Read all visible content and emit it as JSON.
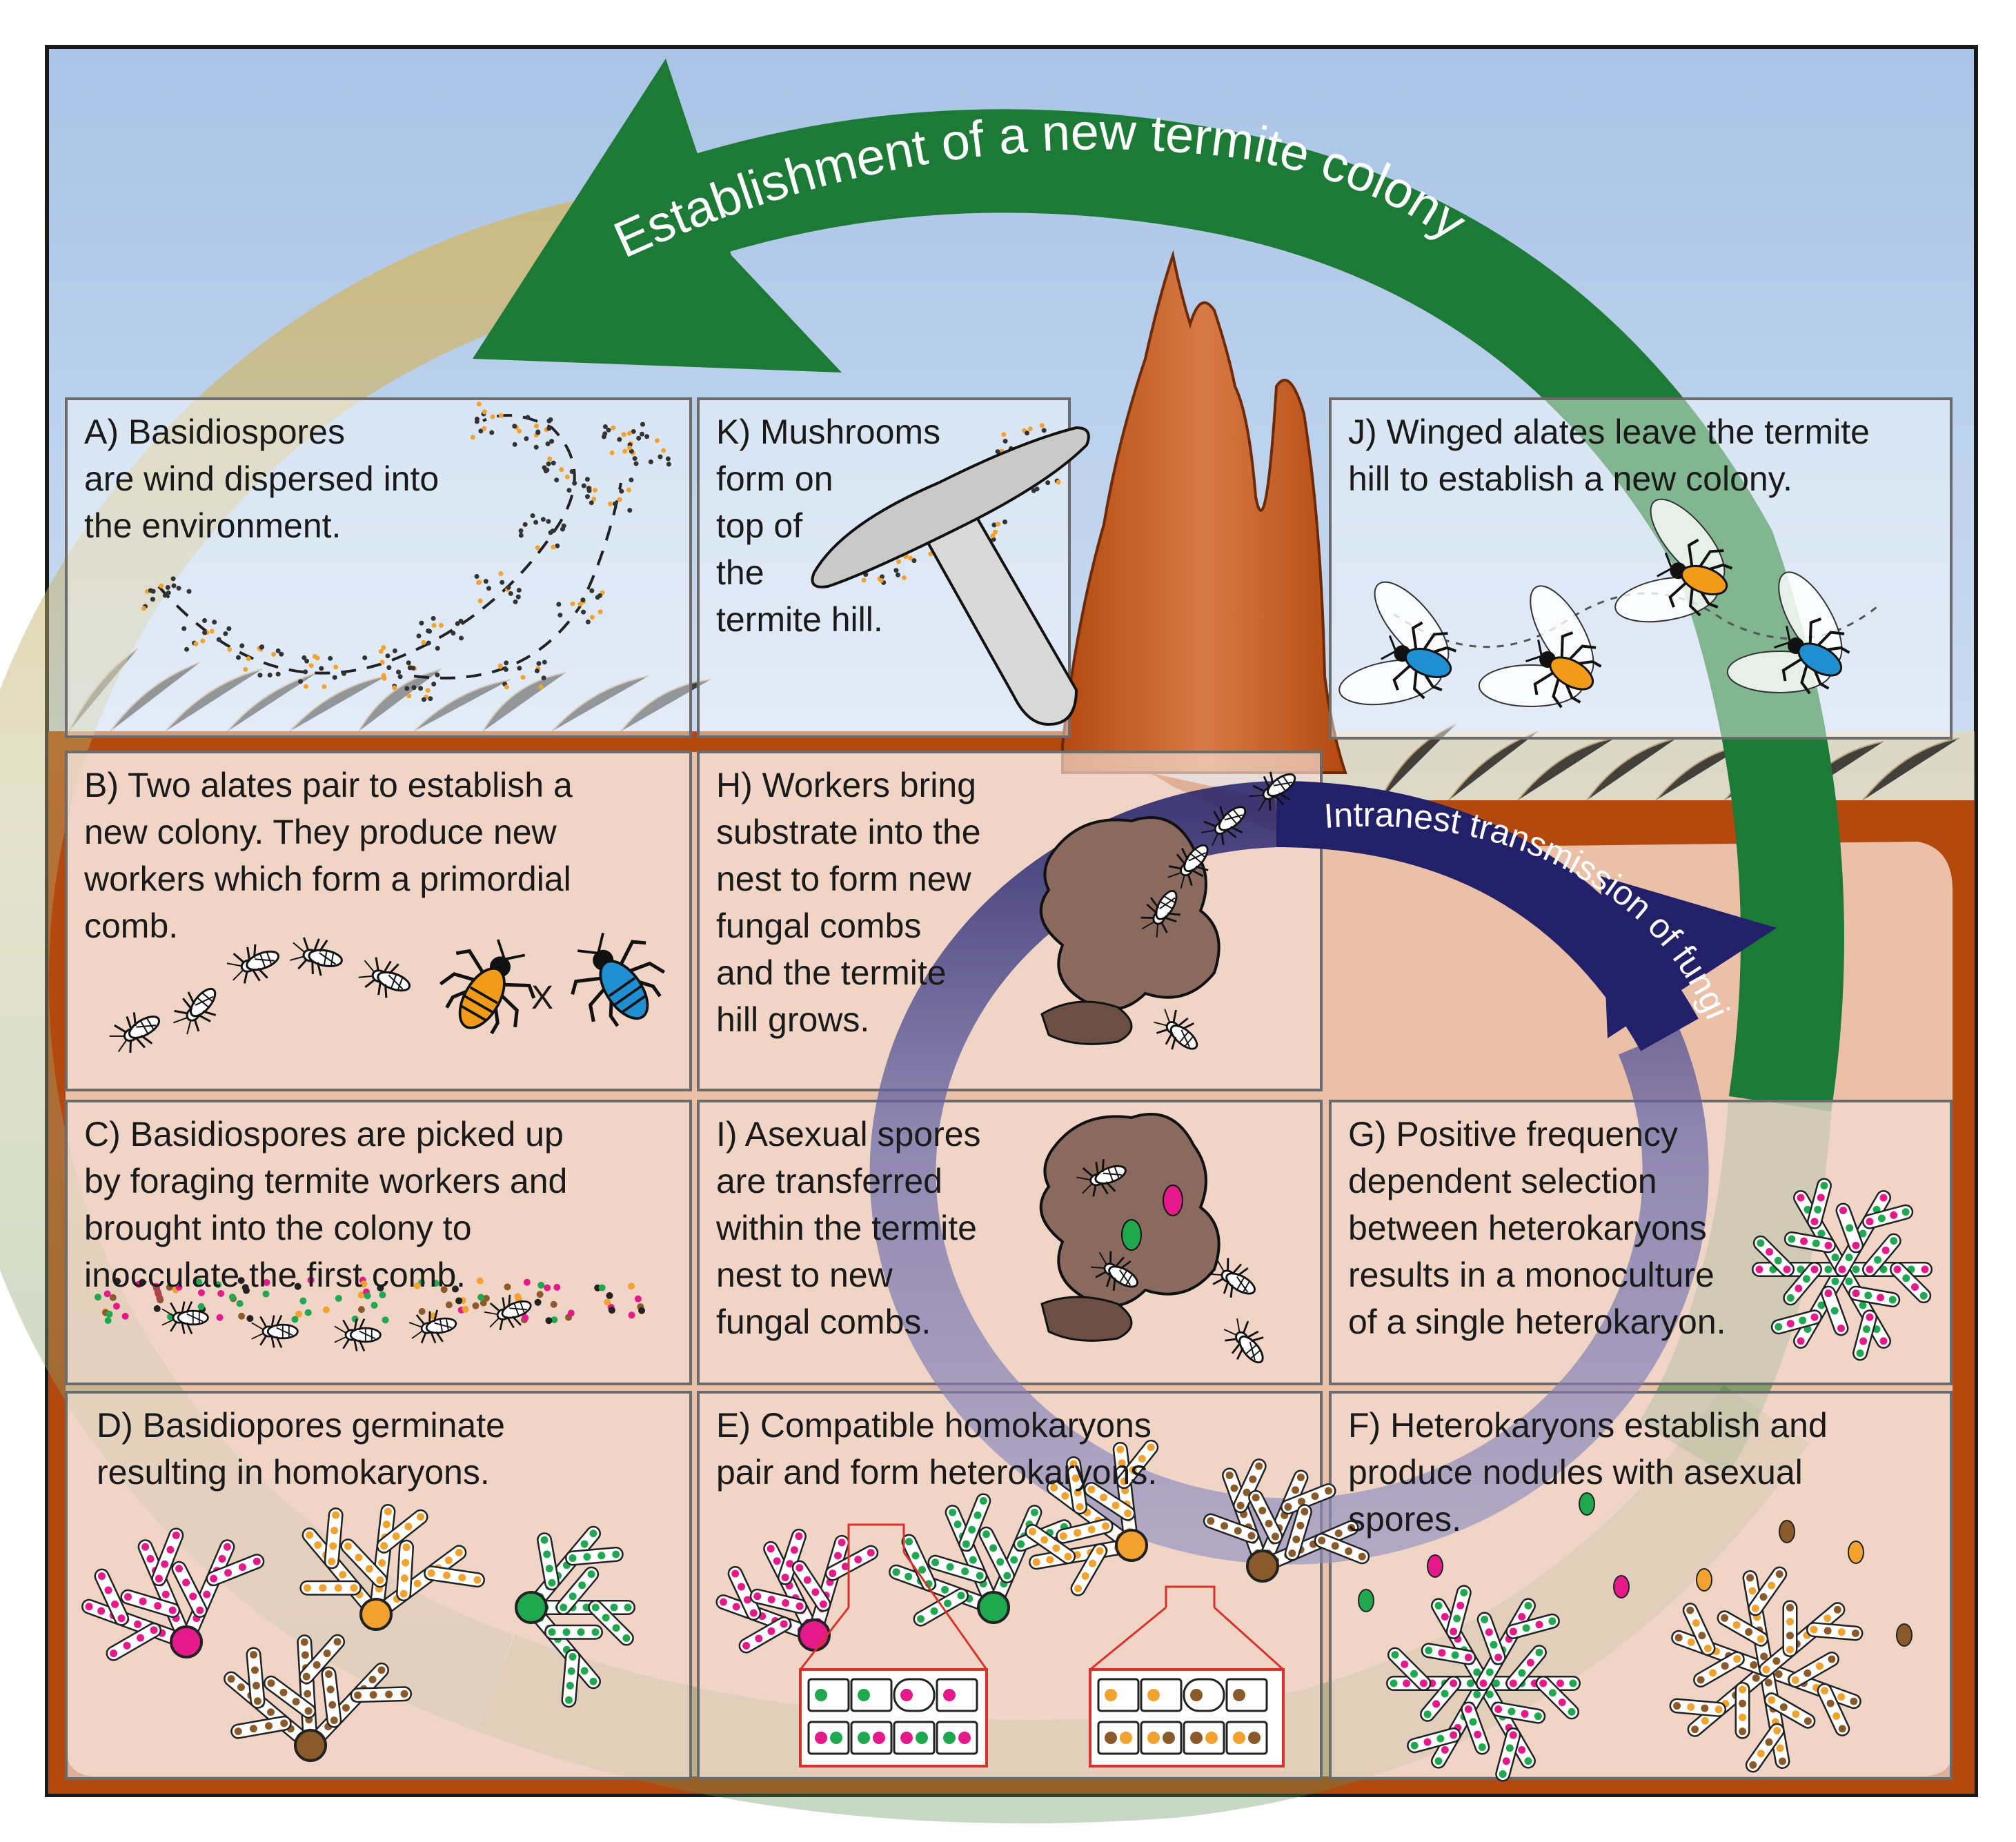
{
  "cycle": {
    "outer_arrow_label": "Establishment of a new termite colony",
    "inner_arrow_label": "Intranest transmission of fungi"
  },
  "panels": {
    "A": "A) Basidiospores\nare wind dispersed into\nthe environment.",
    "K": "K) Mushrooms\nform on\ntop of\nthe\ntermite hill.",
    "J": "J) Winged alates leave the termite\nhill to establish a new colony.",
    "B": "B) Two alates pair to establish a\nnew colony. They produce new\nworkers which form a primordial\ncomb.",
    "B_cross": "X",
    "H": "H) Workers bring\nsubstrate into the\nnest to form new\nfungal combs\nand the termite\nhill grows.",
    "C": "C) Basidiospores are picked up\nby foraging termite workers and\nbrought into the colony to\ninocculate the first comb.",
    "I": "I) Asexual spores\nare transferred\nwithin the termite\nnest to new\nfungal combs.",
    "G": "G) Positive frequency\ndependent selection\nbetween heterokaryons\nresults in a monoculture\nof a single heterokaryon.",
    "D": "D) Basidiopores germinate\nresulting in homokaryons.",
    "E": "E) Compatible homokaryons\npair and form heterokaryons.",
    "F": "F) Heterokaryons establish and\nproduce nodules with asexual\nspores."
  },
  "colors": {
    "sky_top": "#a9c4e6",
    "soil": "#b3490f",
    "nest_chamber": "#ebc0a8",
    "outer_arrow": "#1d7a36",
    "inner_arrow": "#23206a",
    "spore_pink": "#e6198a",
    "spore_green": "#1fa84f",
    "spore_orange": "#f2a22e",
    "spore_brown": "#8a5a2b",
    "alate_orange": "#f29a1a",
    "alate_blue": "#1f8fd1"
  }
}
